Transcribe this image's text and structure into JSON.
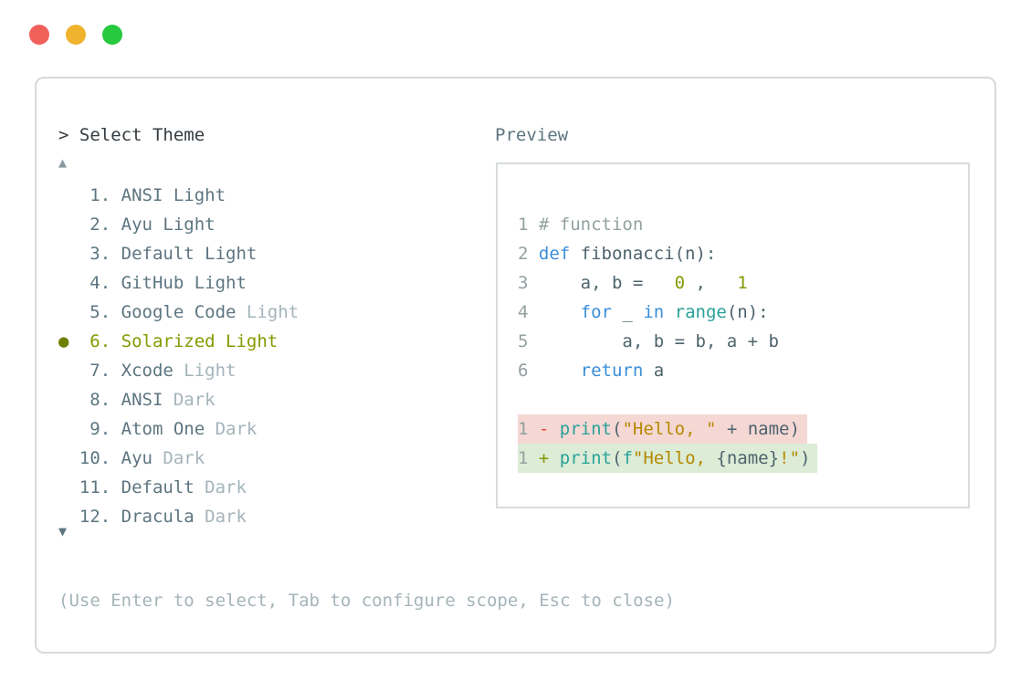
{
  "window": {
    "traffic_lights": [
      {
        "name": "close",
        "color": "#f2605c"
      },
      {
        "name": "minimize",
        "color": "#f0b32e"
      },
      {
        "name": "zoom",
        "color": "#27c93f"
      }
    ]
  },
  "prompt": {
    "caret": ">",
    "title": "Select Theme"
  },
  "scroll": {
    "up_icon": "▲",
    "down_icon": "▼"
  },
  "theme_list": {
    "selected_bullet": "●",
    "items": [
      {
        "num": "1.",
        "name": "ANSI",
        "variant": "Light",
        "dim_variant": false,
        "selected": false
      },
      {
        "num": "2.",
        "name": "Ayu",
        "variant": "Light",
        "dim_variant": false,
        "selected": false
      },
      {
        "num": "3.",
        "name": "Default",
        "variant": "Light",
        "dim_variant": false,
        "selected": false
      },
      {
        "num": "4.",
        "name": "GitHub",
        "variant": "Light",
        "dim_variant": false,
        "selected": false
      },
      {
        "num": "5.",
        "name": "Google Code",
        "variant": "Light",
        "dim_variant": true,
        "selected": false
      },
      {
        "num": "6.",
        "name": "Solarized",
        "variant": "Light",
        "dim_variant": false,
        "selected": true
      },
      {
        "num": "7.",
        "name": "Xcode",
        "variant": "Light",
        "dim_variant": true,
        "selected": false
      },
      {
        "num": "8.",
        "name": "ANSI",
        "variant": "Dark",
        "dim_variant": true,
        "selected": false
      },
      {
        "num": "9.",
        "name": "Atom One",
        "variant": "Dark",
        "dim_variant": true,
        "selected": false
      },
      {
        "num": "10.",
        "name": "Ayu",
        "variant": "Dark",
        "dim_variant": true,
        "selected": false
      },
      {
        "num": "11.",
        "name": "Default",
        "variant": "Dark",
        "dim_variant": true,
        "selected": false
      },
      {
        "num": "12.",
        "name": "Dracula",
        "variant": "Dark",
        "dim_variant": true,
        "selected": false
      }
    ]
  },
  "hint": "(Use Enter to select, Tab to configure scope, Esc to close)",
  "preview": {
    "label": "Preview",
    "code_lines": [
      {
        "bg": null,
        "tokens": [
          {
            "t": "1 ",
            "c": "ln"
          },
          {
            "t": "# function",
            "c": "com"
          }
        ]
      },
      {
        "bg": null,
        "tokens": [
          {
            "t": "2 ",
            "c": "ln"
          },
          {
            "t": "def ",
            "c": "kw"
          },
          {
            "t": "fibonacci(n):",
            "c": "txt"
          }
        ]
      },
      {
        "bg": null,
        "tokens": [
          {
            "t": "3 ",
            "c": "ln"
          },
          {
            "t": "    a, b = ",
            "c": "txt"
          },
          {
            "t": "0",
            "c": "num"
          },
          {
            "t": ", ",
            "c": "txt"
          },
          {
            "t": "1",
            "c": "num"
          }
        ]
      },
      {
        "bg": null,
        "tokens": [
          {
            "t": "4 ",
            "c": "ln"
          },
          {
            "t": "    ",
            "c": "txt"
          },
          {
            "t": "for ",
            "c": "kw"
          },
          {
            "t": "_ ",
            "c": "txt"
          },
          {
            "t": "in ",
            "c": "kw"
          },
          {
            "t": "range",
            "c": "fn"
          },
          {
            "t": "(n):",
            "c": "txt"
          }
        ]
      },
      {
        "bg": null,
        "tokens": [
          {
            "t": "5 ",
            "c": "ln"
          },
          {
            "t": "        a, b = b, a + b",
            "c": "txt"
          }
        ]
      },
      {
        "bg": null,
        "tokens": [
          {
            "t": "6 ",
            "c": "ln"
          },
          {
            "t": "    ",
            "c": "txt"
          },
          {
            "t": "return ",
            "c": "kw"
          },
          {
            "t": "a",
            "c": "txt"
          }
        ]
      },
      {
        "bg": null,
        "tokens": []
      },
      {
        "bg": "removed",
        "tokens": [
          {
            "t": "1 ",
            "c": "ln"
          },
          {
            "t": "- ",
            "c": "red"
          },
          {
            "t": "print",
            "c": "fn"
          },
          {
            "t": "(",
            "c": "txt"
          },
          {
            "t": "\"Hello, \"",
            "c": "str"
          },
          {
            "t": " + name)",
            "c": "txt"
          }
        ]
      },
      {
        "bg": "added",
        "tokens": [
          {
            "t": "1 ",
            "c": "ln"
          },
          {
            "t": "+ ",
            "c": "grn"
          },
          {
            "t": "print",
            "c": "fn"
          },
          {
            "t": "(",
            "c": "txt"
          },
          {
            "t": "f",
            "c": "fn"
          },
          {
            "t": "\"Hello, ",
            "c": "str"
          },
          {
            "t": "{name}",
            "c": "txt"
          },
          {
            "t": "!\"",
            "c": "str"
          },
          {
            "t": ")",
            "c": "txt"
          }
        ]
      }
    ]
  },
  "colors": {
    "accent_selected": "#859900",
    "list_text": "#5d7580",
    "dim_text": "#a4b4ba",
    "header_text": "#333b40",
    "hint_text": "#a4b4b9",
    "keyword_blue": "#3b8ed8",
    "builtin_teal": "#2aa198",
    "string_yellow": "#b58900",
    "number_olive": "#859900",
    "comment_gray": "#93a1a1",
    "diff_removed_bg": "#f5d8d4",
    "diff_added_bg": "#dcecd7",
    "diff_minus_red": "#e3423c",
    "diff_plus_green": "#859900",
    "panel_border": "#d5dadb"
  }
}
